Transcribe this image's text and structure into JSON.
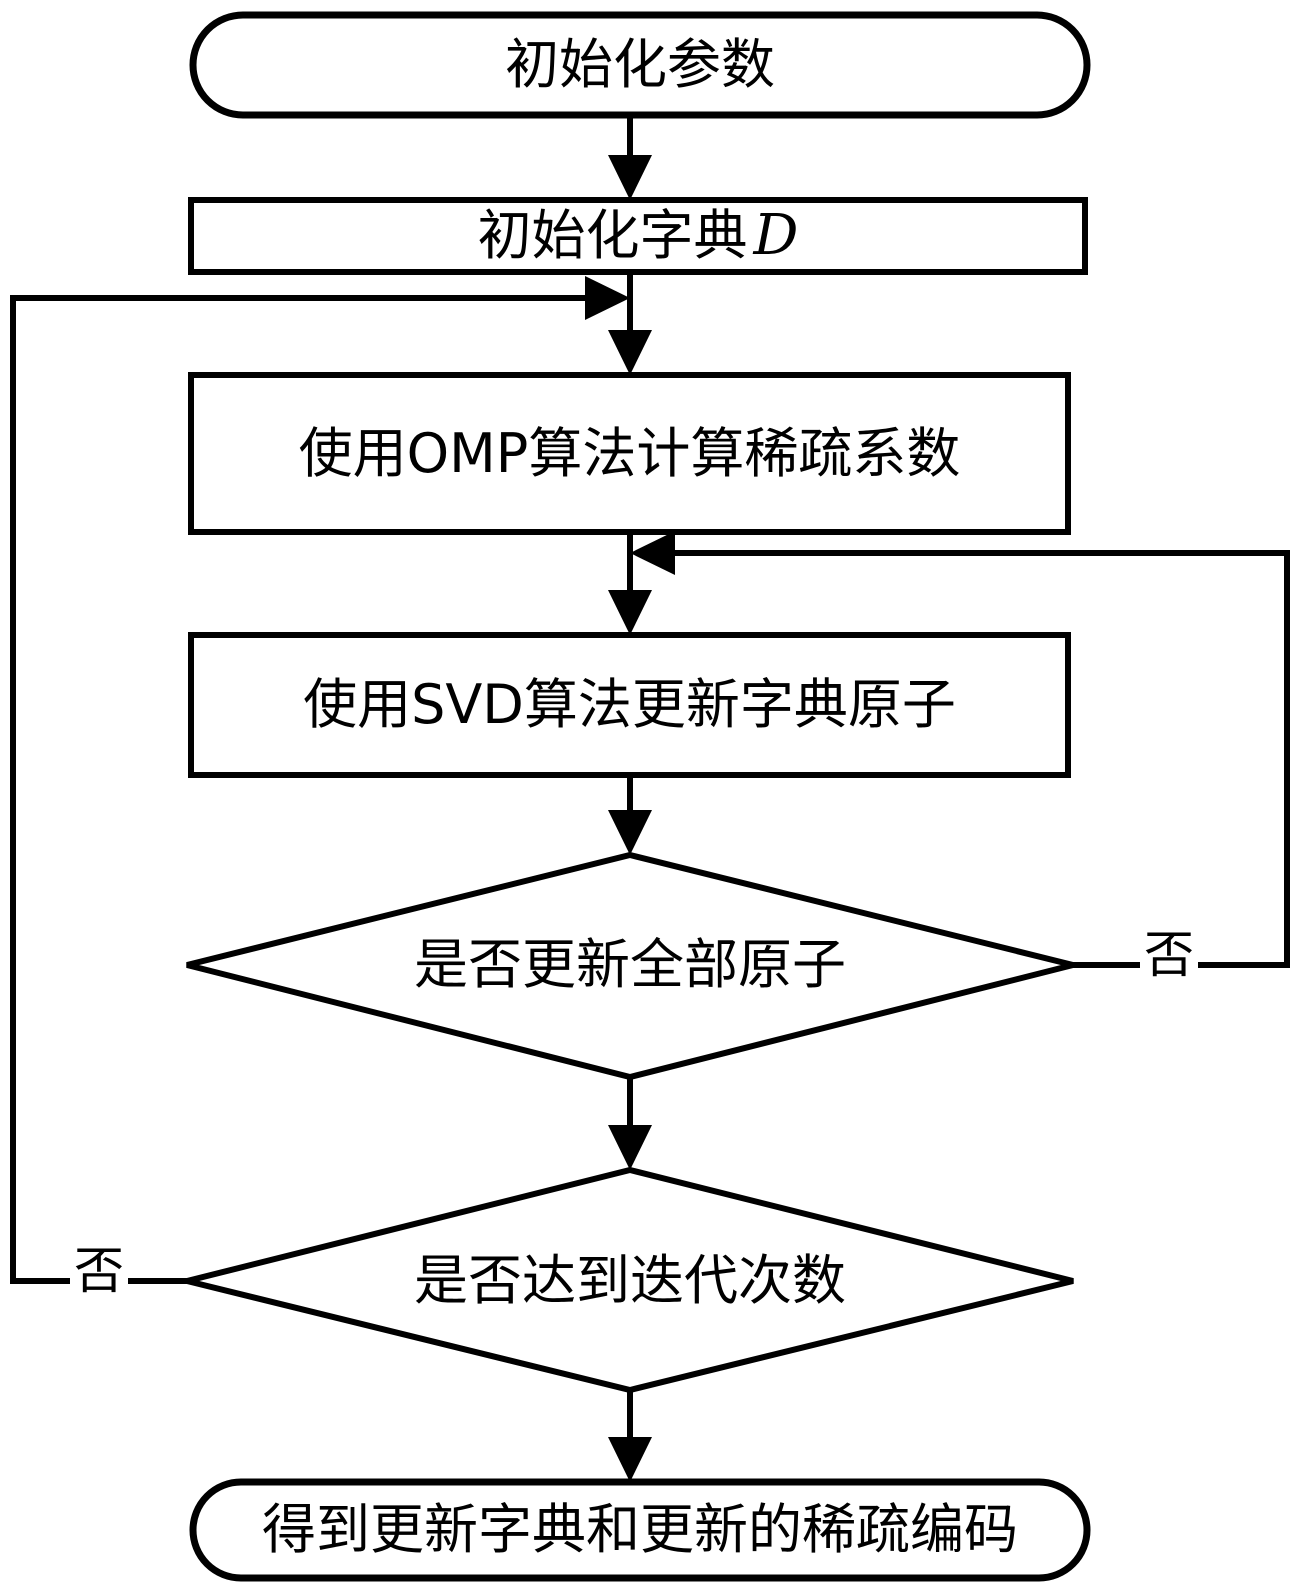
{
  "diagram": {
    "type": "flowchart",
    "title": "K-SVD dictionary learning flowchart",
    "orientation": "top-to-bottom",
    "colors": {
      "stroke": "#000000",
      "fill": "#ffffff",
      "text": "#000000"
    },
    "nodes": [
      {
        "id": "init-params",
        "shape": "terminator",
        "label": "初始化参数"
      },
      {
        "id": "init-dict",
        "shape": "process",
        "label": "初始化字典",
        "variable": "D"
      },
      {
        "id": "omp-sparse",
        "shape": "process",
        "label": "使用OMP算法计算稀疏系数"
      },
      {
        "id": "svd-update",
        "shape": "process",
        "label": "使用SVD算法更新字典原子"
      },
      {
        "id": "all-atoms-updated",
        "shape": "decision",
        "label": "是否更新全部原子"
      },
      {
        "id": "iterations-reached",
        "shape": "decision",
        "label": "是否达到迭代次数"
      },
      {
        "id": "result",
        "shape": "terminator",
        "label": "得到更新字典和更新的稀疏编码"
      }
    ],
    "edges": [
      {
        "id": "e1",
        "from": "init-params",
        "to": "init-dict",
        "label": ""
      },
      {
        "id": "e2",
        "from": "init-dict",
        "to": "omp-sparse",
        "label": ""
      },
      {
        "id": "e3",
        "from": "omp-sparse",
        "to": "svd-update",
        "label": ""
      },
      {
        "id": "e4",
        "from": "svd-update",
        "to": "all-atoms-updated",
        "label": ""
      },
      {
        "id": "e5",
        "from": "all-atoms-updated",
        "to": "iterations-reached",
        "label": ""
      },
      {
        "id": "e6",
        "from": "all-atoms-updated",
        "to": "svd-update",
        "label": "否"
      },
      {
        "id": "e7",
        "from": "iterations-reached",
        "to": "omp-sparse",
        "label": "否"
      },
      {
        "id": "e8",
        "from": "iterations-reached",
        "to": "result",
        "label": ""
      }
    ],
    "edge_labels": {
      "no_right": "否",
      "no_left": "否"
    }
  }
}
